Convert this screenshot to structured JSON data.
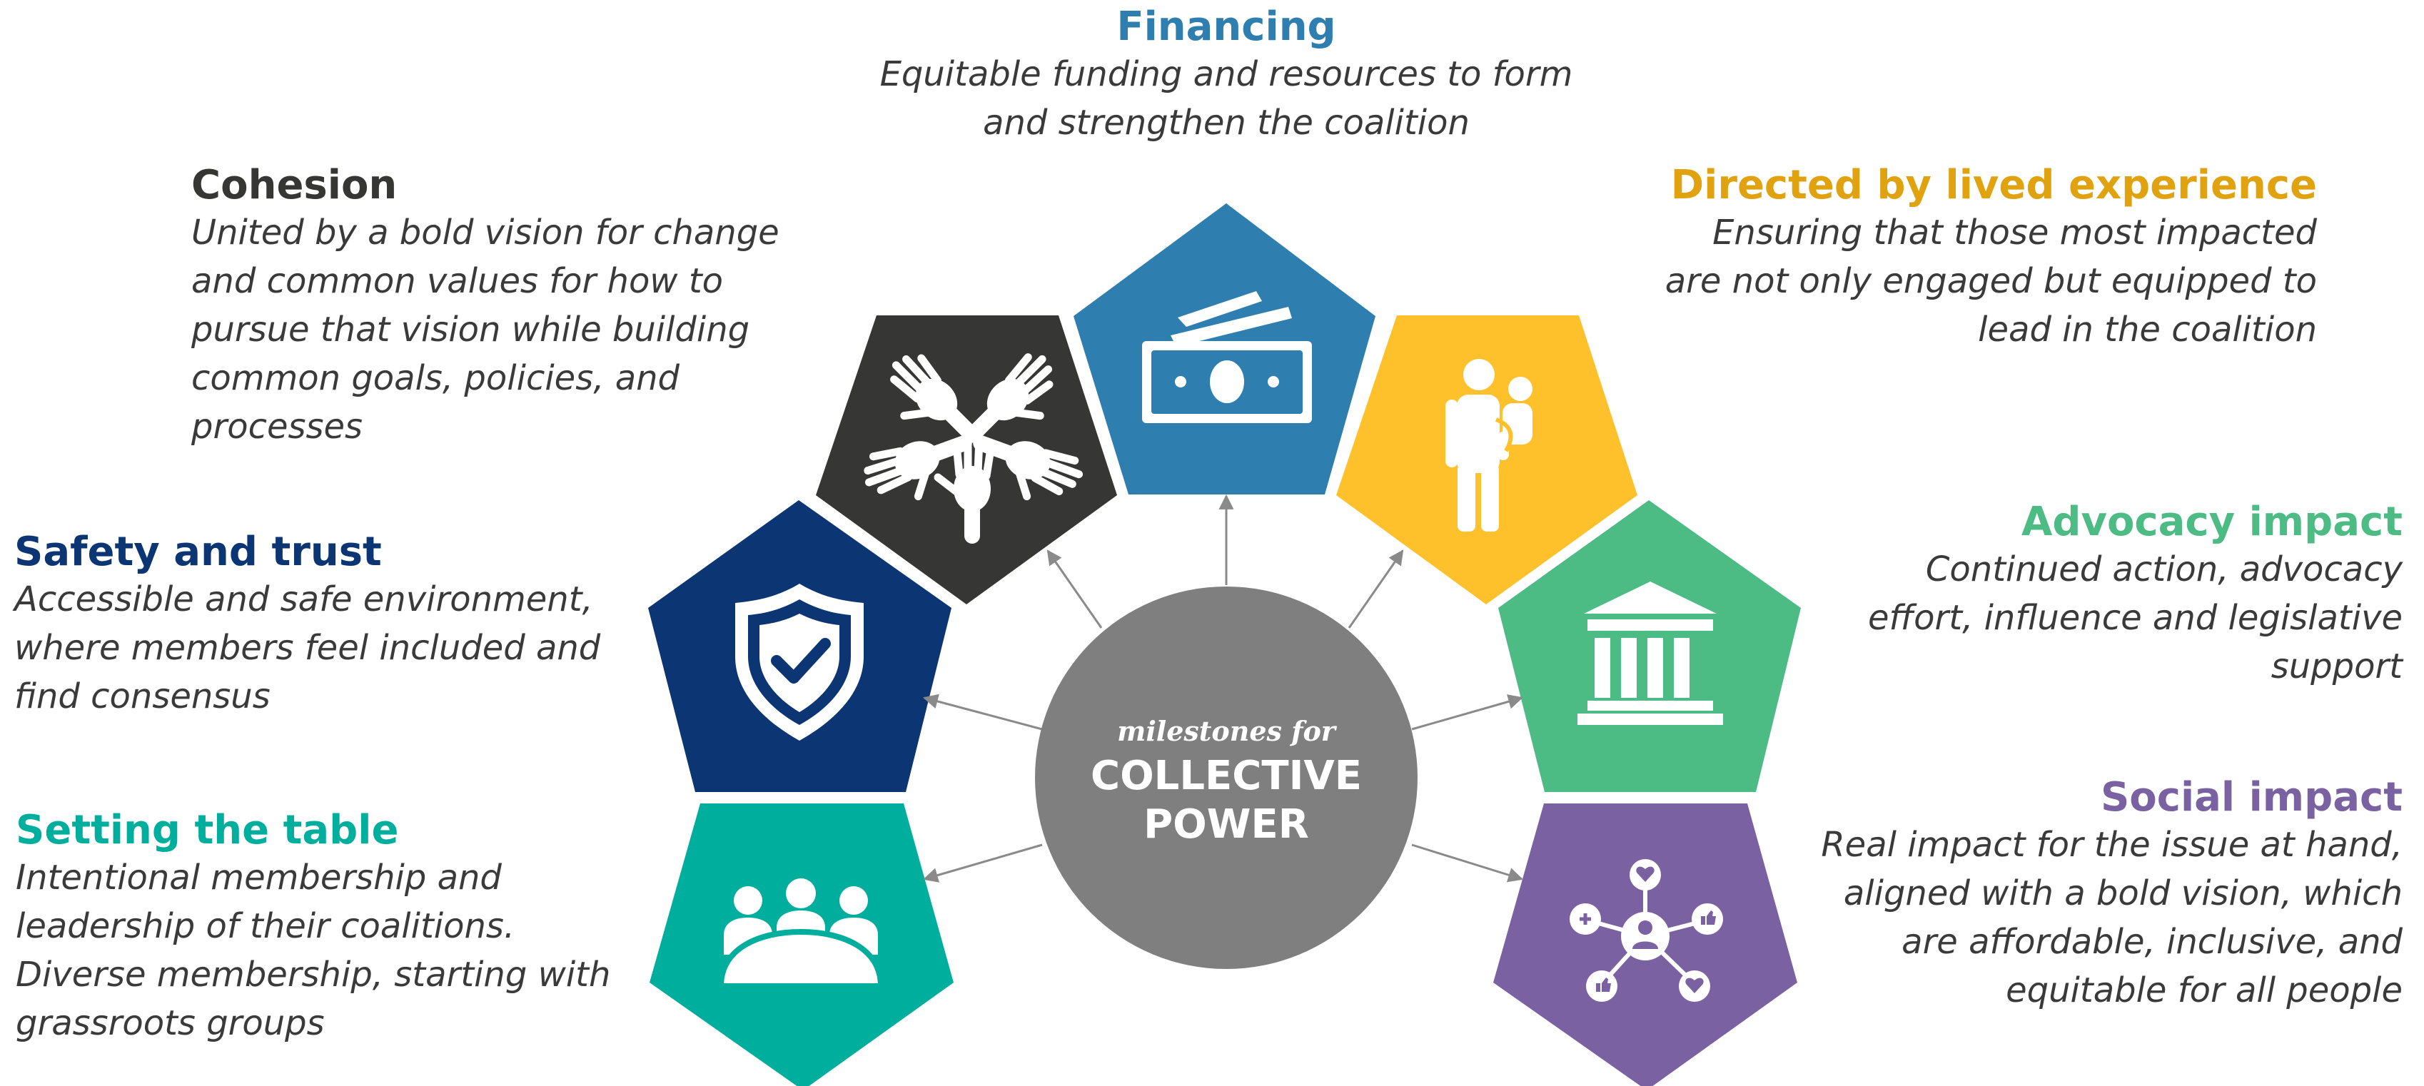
{
  "center": {
    "script_text": "milestones for",
    "line1": "COLLECTIVE",
    "line2": "POWER",
    "color": "#7f7f7f"
  },
  "milestones": {
    "financing": {
      "title": "Financing",
      "lines": [
        "Equitable funding and resources to form",
        "and strengthen the coalition"
      ],
      "color": "#2e7fb0",
      "icon": "money-icon"
    },
    "cohesion": {
      "title": "Cohesion",
      "lines": [
        "United by a bold vision for change",
        "and common values for how to",
        "pursue that vision while building",
        "common goals, policies, and",
        "processes"
      ],
      "color": "#363734",
      "icon": "hands-icon"
    },
    "lived": {
      "title": "Directed by lived experience",
      "lines": [
        "Ensuring that those most impacted",
        "are not only engaged but equipped to",
        "lead in the coalition"
      ],
      "color": "#ffc12b",
      "title_color": "#e0a20e",
      "icon": "parent-child-icon"
    },
    "safety": {
      "title": "Safety and trust",
      "lines": [
        "Accessible and safe environment,",
        "where members feel included and",
        "find consensus"
      ],
      "color": "#0c3574",
      "icon": "shield-check-icon"
    },
    "advocacy": {
      "title": "Advocacy impact",
      "lines": [
        "Continued action, advocacy",
        "effort, influence and legislative",
        "support"
      ],
      "color": "#4dbb84",
      "icon": "building-icon"
    },
    "table": {
      "title": "Setting the table",
      "lines": [
        "Intentional membership and",
        "leadership of their coalitions.",
        "Diverse membership, starting with",
        "grassroots groups"
      ],
      "color": "#00ae9d",
      "icon": "meeting-table-icon"
    },
    "social": {
      "title": "Social impact",
      "lines": [
        "Real impact for the issue at hand,",
        "aligned with a bold vision, which",
        "are affordable, inclusive, and",
        "equitable for all people"
      ],
      "color": "#7a61a1",
      "icon": "network-icon"
    }
  }
}
